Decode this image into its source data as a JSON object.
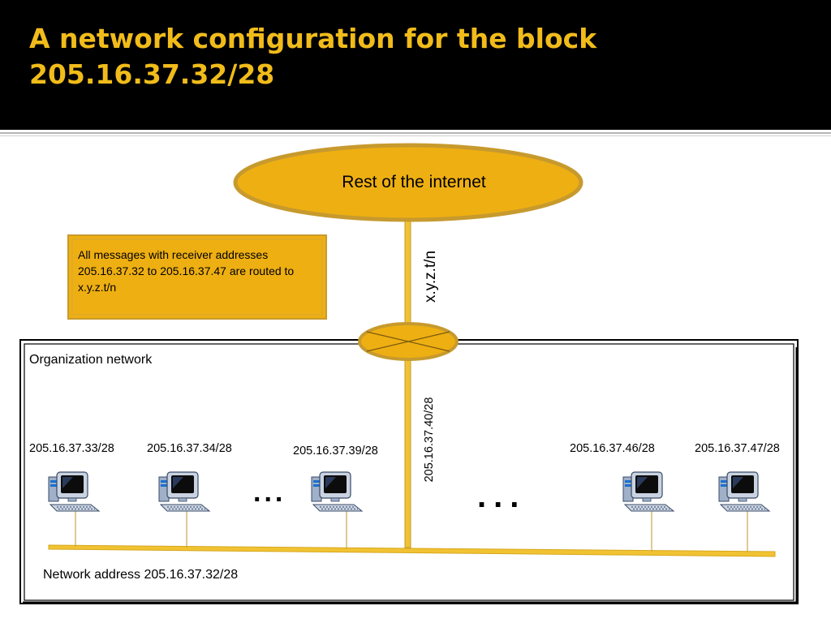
{
  "title": {
    "line1": "A network configuration for the block",
    "line2": "205.16.37.32/28"
  },
  "internet_label": "Rest of the internet",
  "external_link_label": "x.y.z.t/n",
  "routing_note": "All messages with receiver addresses 205.16.37.32 to 205.16.37.47 are routed to x.y.z.t/n",
  "router_address_label": "205.16.37.40/28",
  "organization_label": "Organization network",
  "network_address_label": "Network address 205.16.37.32/28",
  "hosts": [
    {
      "address": "205.16.37.33/28"
    },
    {
      "address": "205.16.37.34/28"
    },
    {
      "address": "205.16.37.39/28"
    },
    {
      "address": "205.16.37.46/28"
    },
    {
      "address": "205.16.37.47/28"
    }
  ],
  "ellipsis_left": "...",
  "ellipsis_right": "...",
  "colors": {
    "header_bg": "#000000",
    "title_text": "#f1bc1a",
    "shape_fill": "#eeaf12",
    "shape_stroke": "#c79a2e",
    "link_line": "#f1c232",
    "border": "#000000"
  },
  "icons": [
    "computer-icon",
    "router-icon",
    "cloud-ellipse"
  ]
}
